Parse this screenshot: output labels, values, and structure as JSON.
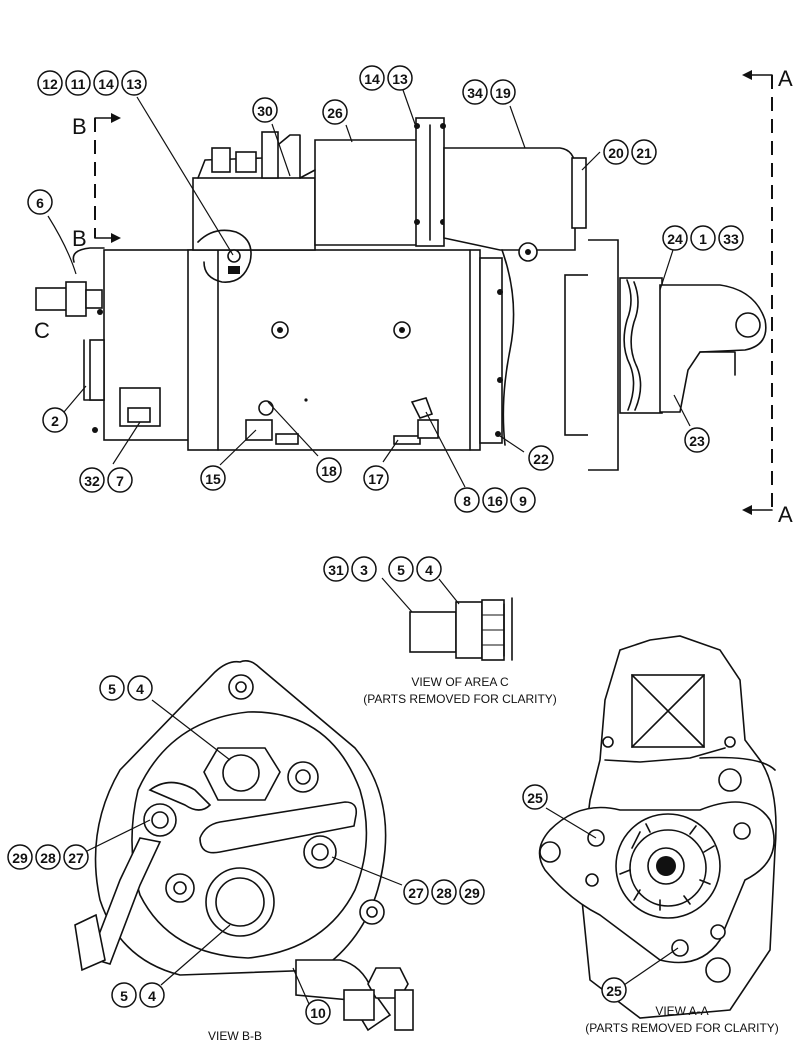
{
  "section_markers": {
    "a_top": "A",
    "a_bottom": "A",
    "b_top": "B",
    "b_bottom": "B",
    "c": "C"
  },
  "views": {
    "area_c_title": "VIEW OF AREA C",
    "area_c_note": "(PARTS REMOVED FOR CLARITY)",
    "bb_title": "VIEW B-B",
    "aa_title": "VIEW A-A",
    "aa_note": "(PARTS REMOVED FOR CLARITY)"
  },
  "callouts": [
    {
      "id": "c1",
      "nums": [
        "12",
        "11",
        "14",
        "13"
      ]
    },
    {
      "id": "c2",
      "nums": [
        "14",
        "13"
      ]
    },
    {
      "id": "c3",
      "nums": [
        "34",
        "19"
      ]
    },
    {
      "id": "c4",
      "nums": [
        "30"
      ]
    },
    {
      "id": "c5",
      "nums": [
        "26"
      ]
    },
    {
      "id": "c6",
      "nums": [
        "20",
        "21"
      ]
    },
    {
      "id": "c7",
      "nums": [
        "6"
      ]
    },
    {
      "id": "c8",
      "nums": [
        "24",
        "1",
        "33"
      ]
    },
    {
      "id": "c9",
      "nums": [
        "2"
      ]
    },
    {
      "id": "c10",
      "nums": [
        "23"
      ]
    },
    {
      "id": "c11",
      "nums": [
        "22"
      ]
    },
    {
      "id": "c12",
      "nums": [
        "32",
        "7"
      ]
    },
    {
      "id": "c13",
      "nums": [
        "15"
      ]
    },
    {
      "id": "c14",
      "nums": [
        "18"
      ]
    },
    {
      "id": "c15",
      "nums": [
        "17"
      ]
    },
    {
      "id": "c16",
      "nums": [
        "8",
        "16",
        "9"
      ]
    },
    {
      "id": "c17",
      "nums": [
        "31",
        "3"
      ]
    },
    {
      "id": "c18",
      "nums": [
        "5",
        "4"
      ]
    },
    {
      "id": "c19",
      "nums": [
        "5",
        "4"
      ]
    },
    {
      "id": "c20",
      "nums": [
        "29",
        "28",
        "27"
      ]
    },
    {
      "id": "c21",
      "nums": [
        "27",
        "28",
        "29"
      ]
    },
    {
      "id": "c22",
      "nums": [
        "5",
        "4"
      ]
    },
    {
      "id": "c23",
      "nums": [
        "10"
      ]
    },
    {
      "id": "c24",
      "nums": [
        "25"
      ]
    },
    {
      "id": "c25",
      "nums": [
        "25"
      ]
    }
  ]
}
